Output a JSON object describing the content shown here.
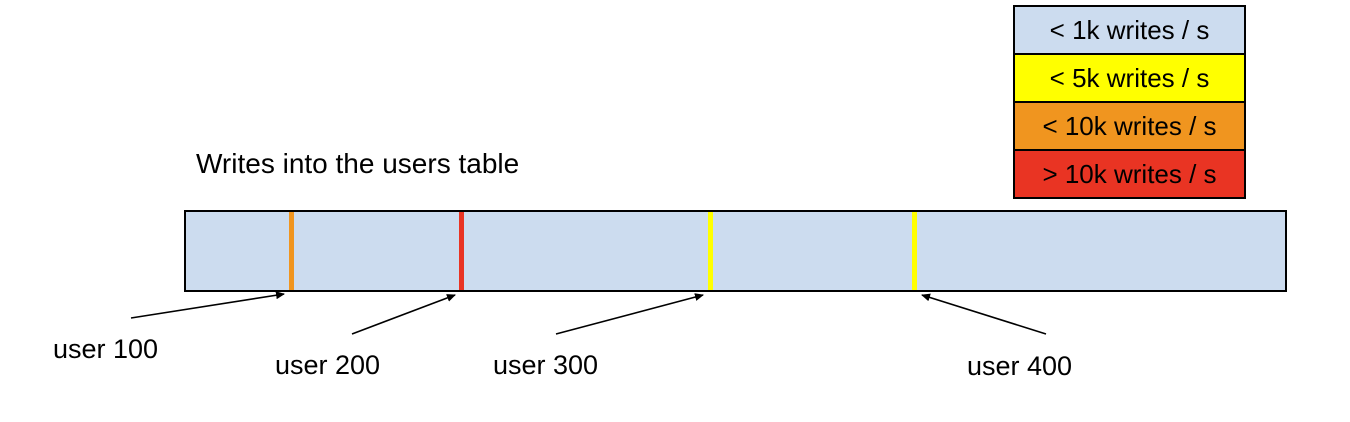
{
  "title": {
    "text": "Writes into the users table"
  },
  "legend": {
    "items": [
      {
        "label": "< 1k writes / s",
        "color": "#ccdcef"
      },
      {
        "label": "< 5k writes / s",
        "color": "#ffff00"
      },
      {
        "label": "< 10k writes / s",
        "color": "#f0951f"
      },
      {
        "label": "> 10k writes / s",
        "color": "#e93423"
      }
    ]
  },
  "bar": {
    "fill": "#ccdcef",
    "border_color": "#000000"
  },
  "users": [
    {
      "label": "user 100",
      "marker_color": "#f0951f"
    },
    {
      "label": "user 200",
      "marker_color": "#e93423"
    },
    {
      "label": "user 300",
      "marker_color": "#ffff00"
    },
    {
      "label": "user 400",
      "marker_color": "#ffff00"
    }
  ],
  "colors": {
    "arrow": "#000000",
    "text": "#000000",
    "background": "#ffffff"
  }
}
